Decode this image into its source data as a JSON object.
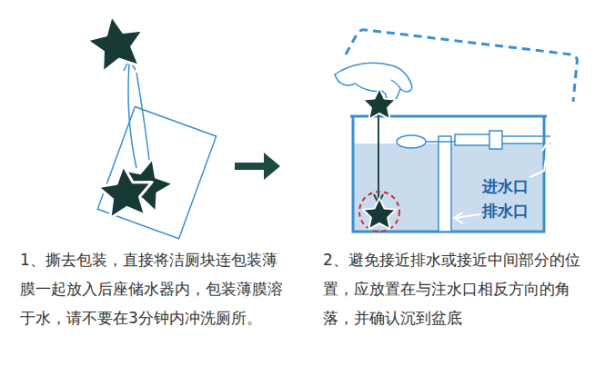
{
  "diagram": {
    "labels": [
      "1、撕去包装，直接将洁厕块连包装薄膜一起放入后座储水器内，包装薄膜溶于水，请不要在3分钟内冲洗厕所。",
      "2、避免接近排水或接近中间部分的位置，应放置在与注水口相反方向的角落，并确认沉到盆底",
      "进水口",
      "排水口"
    ]
  }
}
